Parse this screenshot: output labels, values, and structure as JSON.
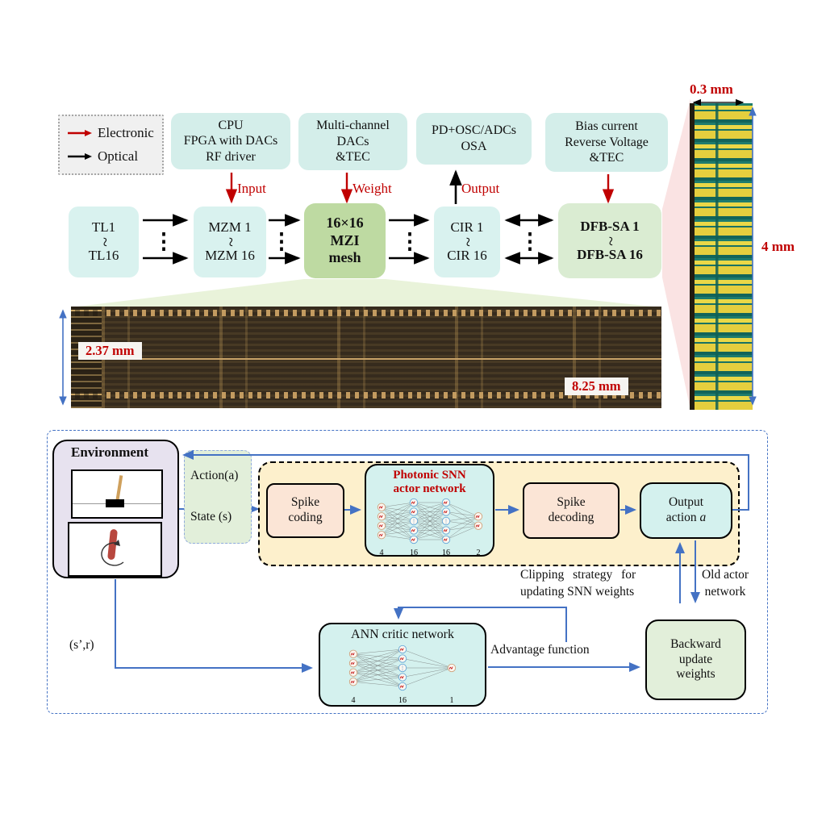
{
  "colors": {
    "electronic_red": "#c00000",
    "optical_black": "#000000",
    "flow_blue": "#4472c4",
    "cyan_box": "#d4eeea",
    "mesh_green": "#bedaa2",
    "soft_green": "#e2efda",
    "orange_region": "#fdf0cc",
    "peach_box": "#fbe5d6",
    "lavender_box": "#e7e2ef"
  },
  "icons": {
    "vertical_ellipsis": "⋮"
  },
  "legend": {
    "items": [
      {
        "label": "Electronic"
      },
      {
        "label": "Optical"
      }
    ]
  },
  "top": {
    "control_boxes": [
      {
        "lines": [
          "CPU",
          "FPGA with DACs",
          "RF driver"
        ]
      },
      {
        "lines": [
          "Multi-channel",
          "DACs",
          "&TEC"
        ]
      },
      {
        "lines": [
          "PD+OSC/ADCs",
          "OSA"
        ]
      },
      {
        "lines": [
          "Bias current",
          "Reverse Voltage",
          "&TEC"
        ]
      }
    ],
    "arrow_labels": {
      "input": "Input",
      "weight": "Weight",
      "output": "Output"
    },
    "chain_boxes": {
      "tl": {
        "top": "TL1",
        "mid": "~",
        "bottom": "TL16"
      },
      "mzm": {
        "top": "MZM 1",
        "mid": "~",
        "bottom": "MZM 16"
      },
      "mesh": {
        "lines": [
          "16×16",
          "MZI",
          "mesh"
        ]
      },
      "cir": {
        "top": "CIR 1",
        "mid": "~",
        "bottom": "CIR 16"
      },
      "dfb": {
        "top": "DFB-SA 1",
        "mid": "~",
        "bottom": "DFB-SA 16"
      }
    },
    "mzi_chip": {
      "height_label": "2.37 mm",
      "width_label": "8.25 mm"
    },
    "laser_bar": {
      "width_label": "0.3 mm",
      "height_label": "4 mm"
    }
  },
  "bottom": {
    "environment": {
      "title": "Environment"
    },
    "action_state": {
      "action": "Action(a)",
      "state": "State (s)"
    },
    "spike_coding": {
      "lines": [
        "Spike",
        "coding"
      ]
    },
    "actor": {
      "title_lines": [
        "Photonic SNN",
        "actor network"
      ],
      "nn": {
        "display_nodes": [
          4,
          5,
          5,
          2
        ],
        "labels": [
          "4",
          "16",
          "16",
          "2"
        ]
      }
    },
    "spike_decoding": {
      "lines": [
        "Spike",
        "decoding"
      ]
    },
    "output_action": {
      "line1": "Output",
      "line2_prefix": "action ",
      "line2_var": "a"
    },
    "clipping_label": {
      "line1": "Clipping strategy for",
      "line2": "updating SNN weights"
    },
    "old_actor_label": {
      "line1": "Old actor",
      "line2": "network"
    },
    "critic": {
      "title": "ANN critic network",
      "nn": {
        "display_nodes": [
          4,
          5,
          1
        ],
        "labels": [
          "4",
          "16",
          "1"
        ]
      }
    },
    "sr_label": "(s’,r)",
    "advantage_label": "Advantage function",
    "backward": {
      "lines": [
        "Backward",
        "update",
        "weights"
      ]
    }
  }
}
